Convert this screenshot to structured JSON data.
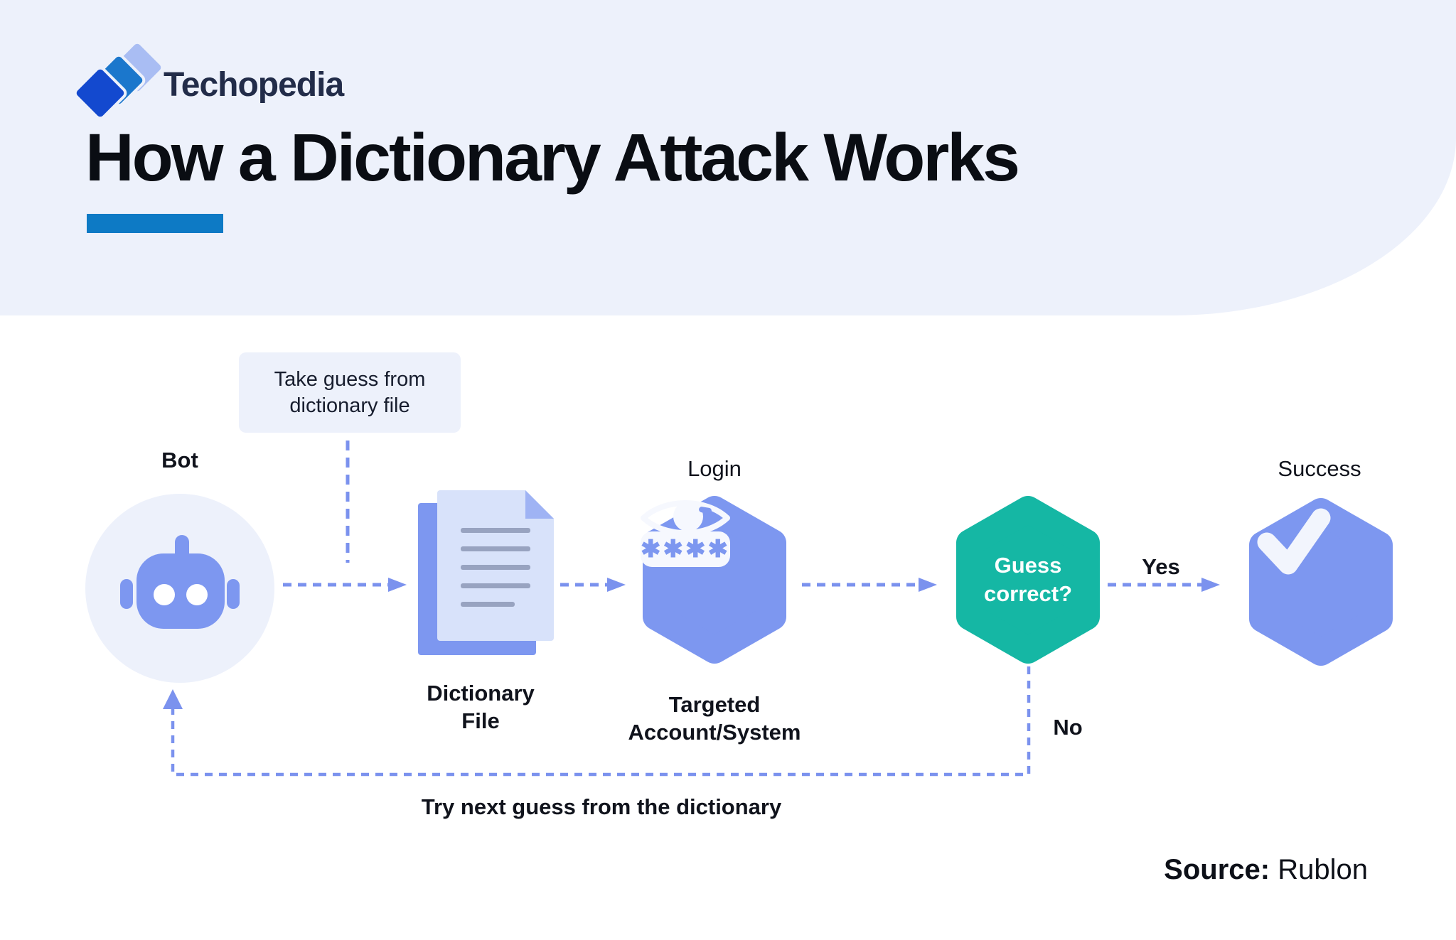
{
  "brand": {
    "name": "Techopedia"
  },
  "header": {
    "title": "How a Dictionary Attack Works"
  },
  "flow": {
    "take_guess_note": "Take guess from dictionary file",
    "bot_label": "Bot",
    "dictionary_label": "Dictionary File",
    "login_label": "Login",
    "targeted_label": "Targeted Account/System",
    "guess_label": "Guess correct?",
    "yes_label": "Yes",
    "no_label": "No",
    "success_label": "Success",
    "loop_label": "Try next guess from the dictionary"
  },
  "source": {
    "prefix": "Source:",
    "value": "Rublon"
  },
  "icons": {
    "logo_mark": "three-diamonds",
    "bot": "robot-head",
    "dictionary": "document-pages",
    "login": "eye-over-password-field",
    "password_mask": "****",
    "success": "checkmark"
  },
  "colors": {
    "header_bg": "#edf1fb",
    "accent_periwinkle": "#7d97f0",
    "connector_blue": "#7b92ee",
    "decision_teal": "#15b7a4",
    "title_underline": "#0d7ac5",
    "logo_dark_blue": "#1349cf",
    "logo_mid_blue": "#1b77cc",
    "logo_light_blue": "#a9bdf3",
    "text_dark": "#10131c"
  }
}
